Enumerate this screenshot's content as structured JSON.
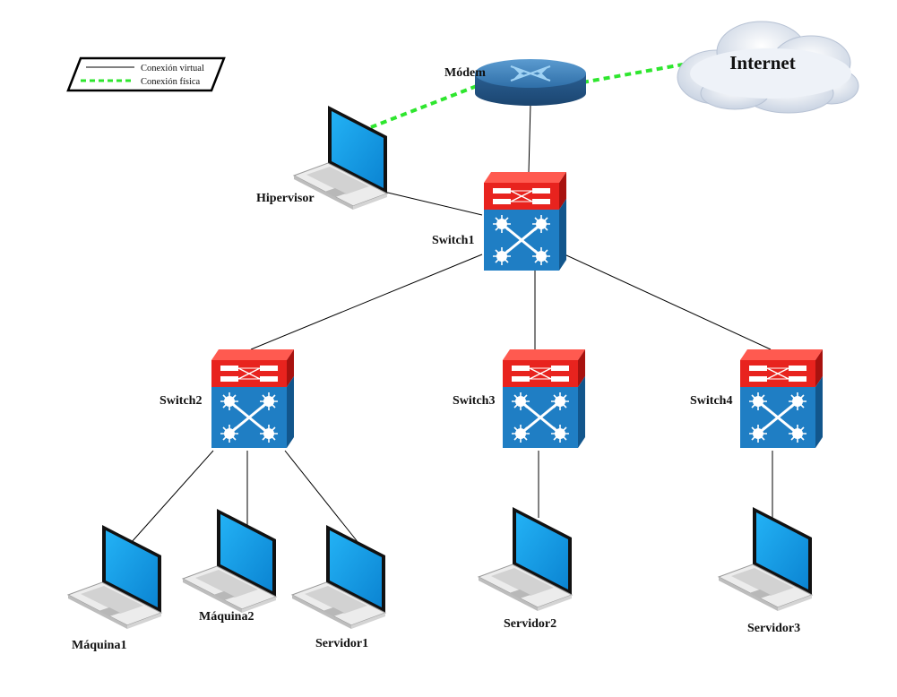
{
  "legend": {
    "virtual_label": "Conexión virtual",
    "physical_label": "Conexión física",
    "virtual_color": "#000000",
    "physical_color": "#2ee62e"
  },
  "internet": {
    "label": "Internet"
  },
  "modem": {
    "label": "Módem"
  },
  "switches": [
    {
      "id": "switch1",
      "label": "Switch1"
    },
    {
      "id": "switch2",
      "label": "Switch2"
    },
    {
      "id": "switch3",
      "label": "Switch3"
    },
    {
      "id": "switch4",
      "label": "Switch4"
    }
  ],
  "laptops": [
    {
      "id": "hipervisor",
      "label": "Hipervisor"
    },
    {
      "id": "maquina1",
      "label": "Máquina1"
    },
    {
      "id": "maquina2",
      "label": "Máquina2"
    },
    {
      "id": "servidor1",
      "label": "Servidor1"
    },
    {
      "id": "servidor2",
      "label": "Servidor2"
    },
    {
      "id": "servidor3",
      "label": "Servidor3"
    }
  ],
  "colors": {
    "switch_red": "#e8231e",
    "switch_blue": "#1f7ec4",
    "modem_blue": "#2f6fa8",
    "screen_blue": "#1b9fe6",
    "cloud": "#e6ebf3"
  }
}
